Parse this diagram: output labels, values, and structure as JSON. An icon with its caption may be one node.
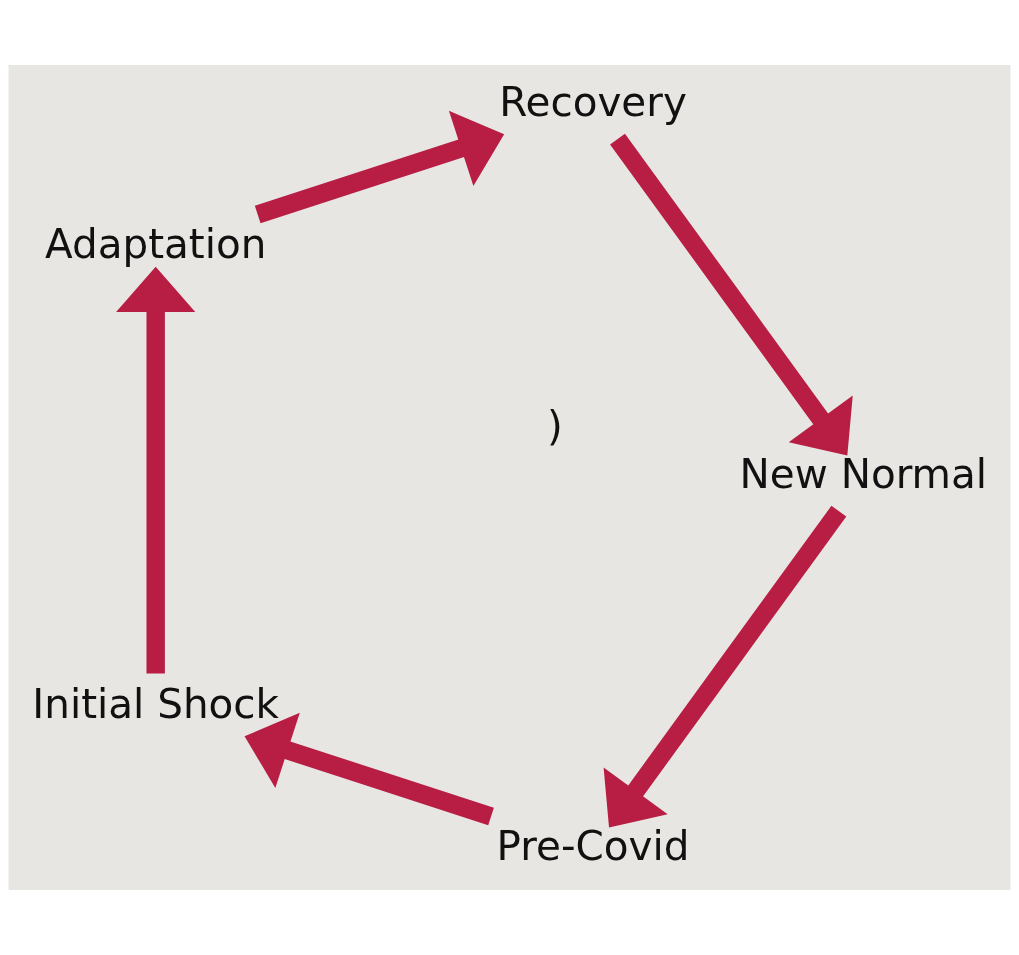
{
  "diagram": {
    "nodes": [
      {
        "text": [
          "Pre-Covid"
        ]
      },
      {
        "text": [
          "Initial Shock"
        ]
      },
      {
        "text": [
          "Adaptation"
        ]
      },
      {
        "text": [
          "Recovery"
        ]
      },
      {
        "text": [
          "New Normal"
        ]
      }
    ],
    "edges": [
      {
        "from": 0,
        "to": 1,
        "arrow": "to"
      },
      {
        "from": 1,
        "to": 2,
        "arrow": "to"
      },
      {
        "from": 2,
        "to": 3,
        "arrow": "to"
      },
      {
        "from": 3,
        "to": 4,
        "arrow": "to"
      },
      {
        "from": 4,
        "to": 0,
        "arrow": "to"
      }
    ],
    "labels": [
      ")"
    ]
  }
}
